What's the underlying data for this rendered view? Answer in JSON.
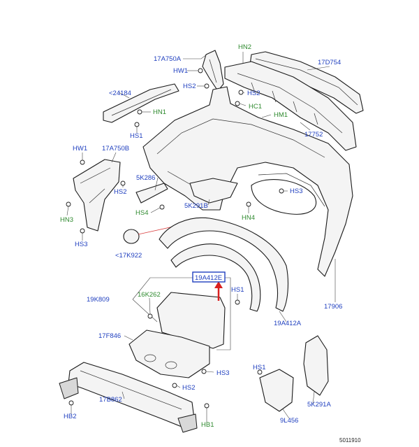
{
  "labels": {
    "p17A750A": "17A750A",
    "p17D754": "17D754",
    "pHN2": "HN2",
    "pHW1a": "HW1",
    "pHS2a": "HS2",
    "pHS2b": "HS2",
    "pHC1": "HC1",
    "pHM1": "HM1",
    "p24184": "<24184",
    "pHN1": "HN1",
    "pHS1a": "HS1",
    "p17752": "17752",
    "pHW1b": "HW1",
    "p17A750B": "17A750B",
    "p5K286": "5K286",
    "pHS2c": "HS2",
    "pHS4": "HS4",
    "p5K291B": "5K291B",
    "pHS3a": "HS3",
    "pHN4": "HN4",
    "pHN3": "HN3",
    "pHS3b": "HS3",
    "p17K922": "<17K922",
    "p19A412E": "19A412E",
    "pHS1b": "HS1",
    "p16K262": "16K262",
    "p19K809": "19K809",
    "p17906": "17906",
    "p19A412A": "19A412A",
    "p17F846": "17F846",
    "pHS3c": "HS3",
    "pHS1c": "HS1",
    "pHS2d": "HS2",
    "p5K291A": "5K291A",
    "p17B862": "17B862",
    "pHB2": "HB2",
    "pHB1": "HB1",
    "p9L456": "9L456",
    "ref": "5011910"
  },
  "colors": {
    "part_number": "#1f3fbf",
    "fastener_code": "#2f8a2f",
    "highlight_arrow": "#d92020",
    "line_art": "#1a1a1a"
  },
  "highlighted_part": "19A412E"
}
